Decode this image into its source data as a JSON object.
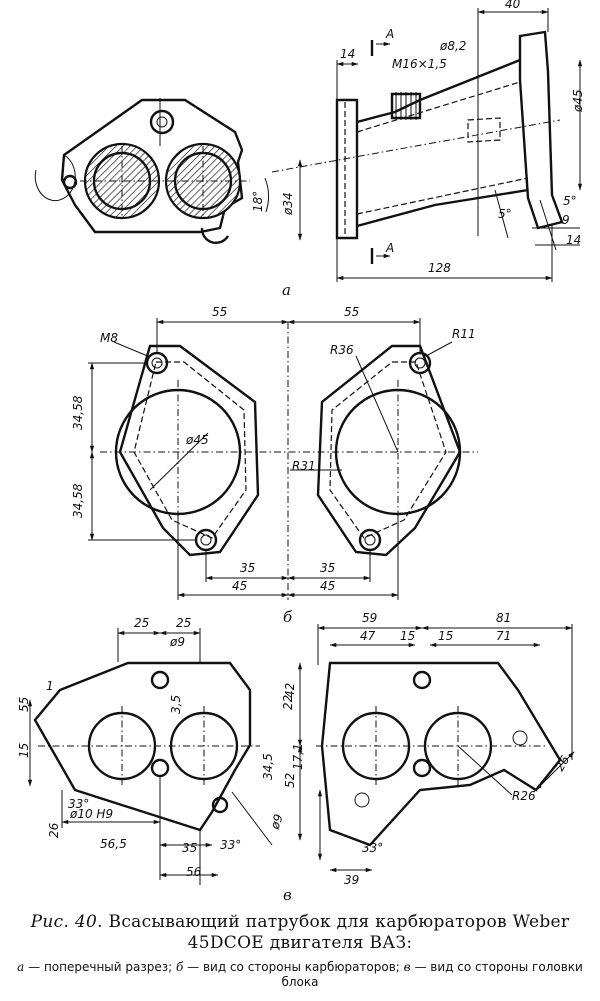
{
  "views": {
    "a": {
      "label": "а",
      "dims": [
        "40",
        "14",
        "А",
        "А",
        "ø8,2",
        "M16×1,5",
        "ø45",
        "ø34",
        "18°",
        "5°",
        "5°",
        "9",
        "14",
        "128"
      ]
    },
    "b": {
      "label": "б",
      "dims": [
        "55",
        "55",
        "M8",
        "R11",
        "R36",
        "ø45",
        "R31",
        "34,58",
        "34,58",
        "35",
        "35",
        "45",
        "45"
      ]
    },
    "v": {
      "label": "в",
      "dims": [
        "25",
        "25",
        "ø9",
        "59",
        "81",
        "47",
        "15",
        "15",
        "71",
        "1",
        "55",
        "3,5",
        "22",
        "42",
        "15",
        "17,1",
        "34,5",
        "52",
        "26",
        "33°",
        "ø10 H9",
        "ø9",
        "56,5",
        "35",
        "33°",
        "56",
        "R26",
        "26",
        "33°",
        "39"
      ]
    }
  },
  "caption": {
    "figure": "Рис. 40.",
    "title": "Всасывающий патрубок для карбюраторов Weber 45DCOE двигателя ВАЗ:",
    "legend": [
      {
        "letter": "а",
        "text": "поперечный разрез;"
      },
      {
        "letter": "б",
        "text": "вид со стороны карбюраторов;"
      },
      {
        "letter": "в",
        "text": "вид со стороны головки блока"
      }
    ]
  }
}
